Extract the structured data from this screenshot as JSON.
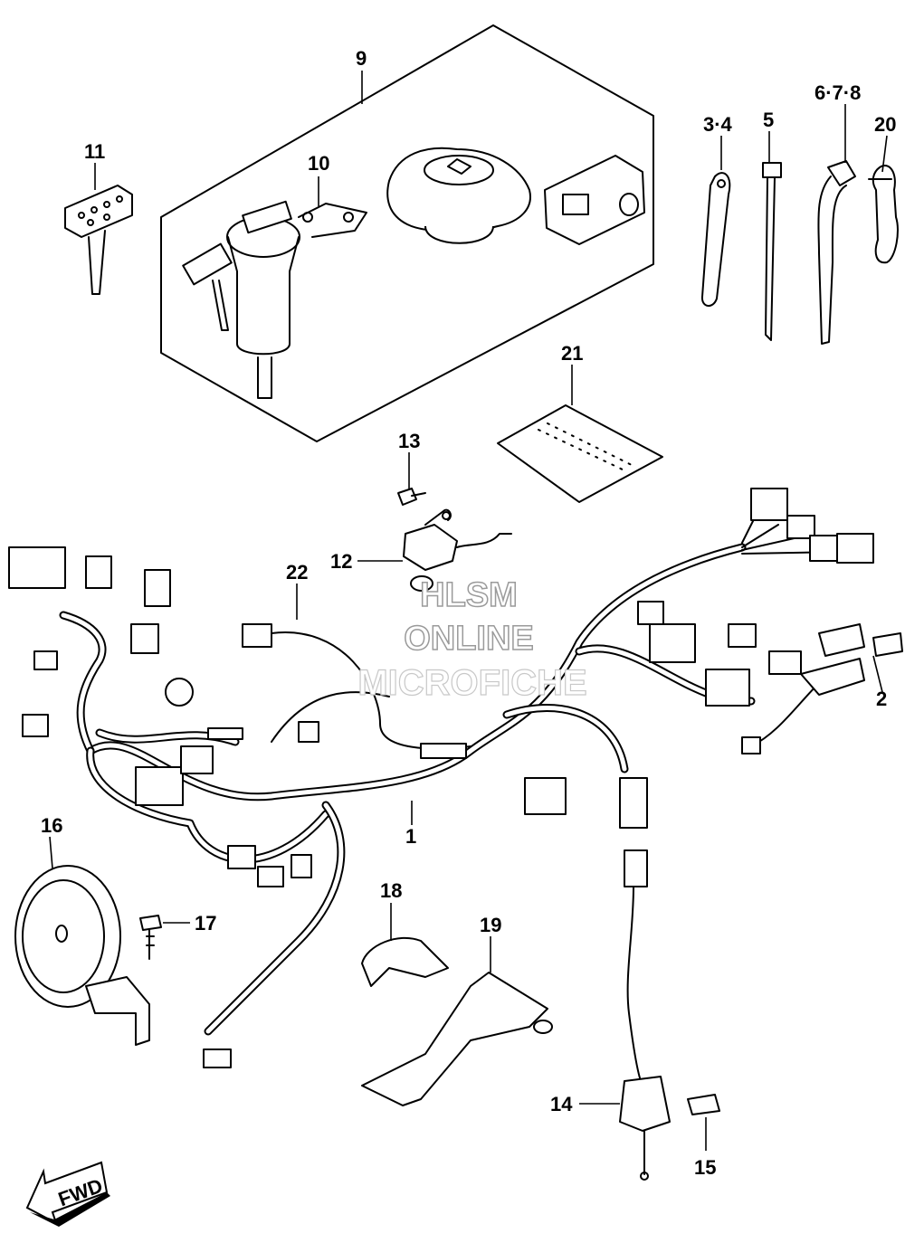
{
  "callouts": [
    {
      "id": "c1",
      "label": "1"
    },
    {
      "id": "c2",
      "label": "2"
    },
    {
      "id": "c34",
      "label": "3·4"
    },
    {
      "id": "c5",
      "label": "5"
    },
    {
      "id": "c678",
      "label": "6·7·8"
    },
    {
      "id": "c9",
      "label": "9"
    },
    {
      "id": "c10",
      "label": "10"
    },
    {
      "id": "c11",
      "label": "11"
    },
    {
      "id": "c12",
      "label": "12"
    },
    {
      "id": "c13",
      "label": "13"
    },
    {
      "id": "c14",
      "label": "14"
    },
    {
      "id": "c15",
      "label": "15"
    },
    {
      "id": "c16",
      "label": "16"
    },
    {
      "id": "c17",
      "label": "17"
    },
    {
      "id": "c18",
      "label": "18"
    },
    {
      "id": "c19",
      "label": "19"
    },
    {
      "id": "c20",
      "label": "20"
    },
    {
      "id": "c21",
      "label": "21"
    },
    {
      "id": "c22",
      "label": "22"
    }
  ],
  "watermark": {
    "line1": "HLSM",
    "line2": "ONLINE",
    "line3": "MICROFICHE"
  },
  "fwd_label": "FWD",
  "colors": {
    "ink": "#000000",
    "paper": "#ffffff",
    "watermark": "#9a9a9a"
  }
}
